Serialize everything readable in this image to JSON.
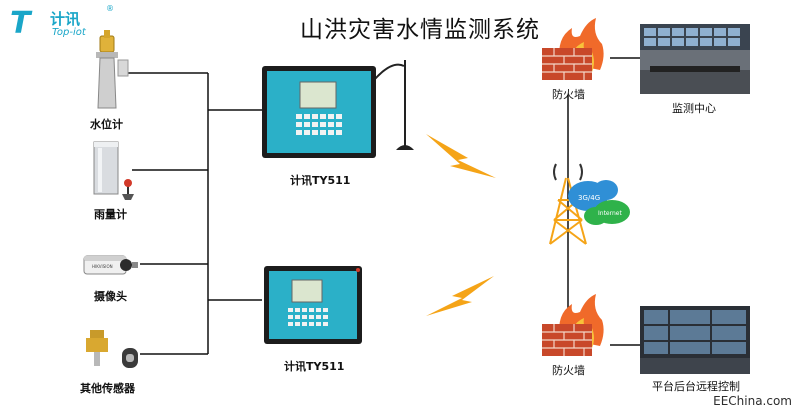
{
  "title": "山洪灾害水情监测系统",
  "logo": {
    "cn": "计讯",
    "en": "Top-iot",
    "mark": "T",
    "registered": "®"
  },
  "sensors": [
    {
      "label": "水位计"
    },
    {
      "label": "雨量计"
    },
    {
      "label": "摄像头"
    },
    {
      "label": "其他传感器"
    }
  ],
  "devices": [
    {
      "label": "计讯TY511"
    },
    {
      "label": "计讯TY511"
    }
  ],
  "network": {
    "badge_top": "3G/4G",
    "badge_bottom": "Internet"
  },
  "firewalls": [
    {
      "label": "防火墙"
    },
    {
      "label": "防火墙"
    }
  ],
  "centers": [
    {
      "label": "监测中心"
    },
    {
      "label": "平台后台远程控制"
    }
  ],
  "footer": "EEChina.com",
  "colors": {
    "accent": "#1aa6c8",
    "lightning": "#f5a417",
    "tower": "#f5a417",
    "cloud_blue": "#2f8fd6",
    "cloud_green": "#2fb24a",
    "brick": "#c8482a"
  }
}
